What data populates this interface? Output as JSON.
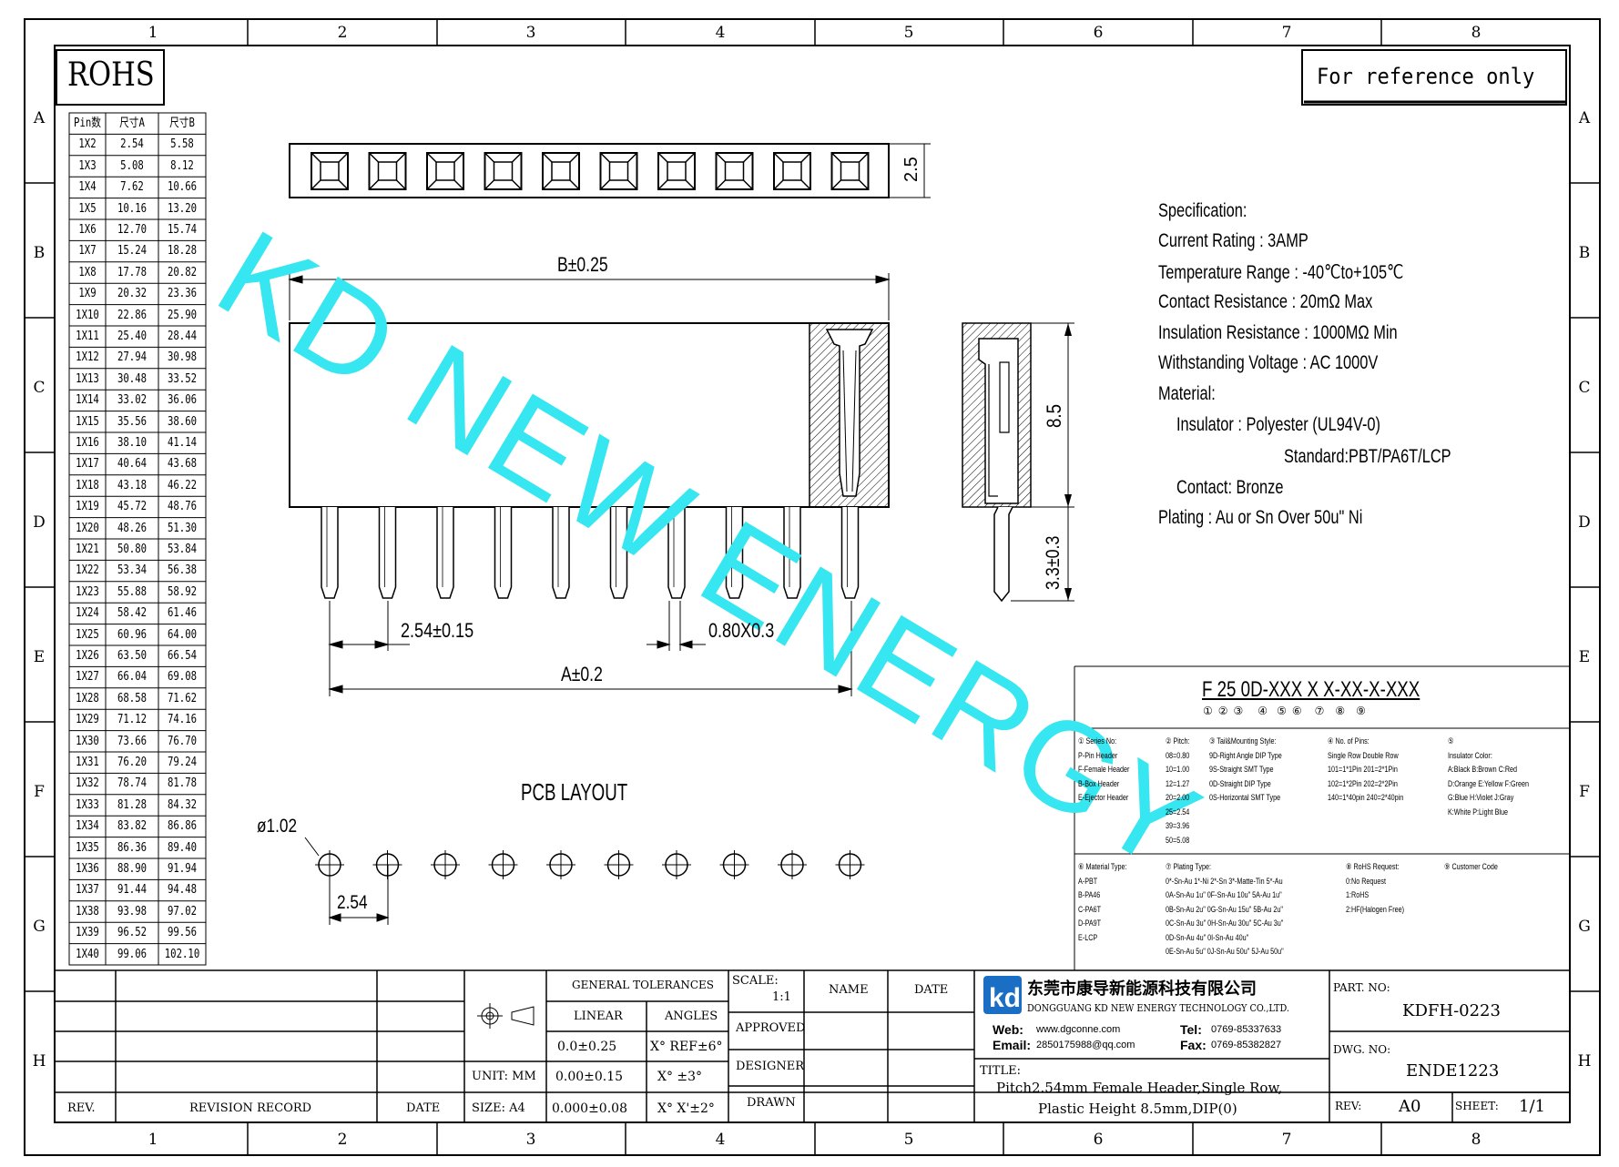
{
  "frame": {
    "columns": [
      "1",
      "2",
      "3",
      "4",
      "5",
      "6",
      "7",
      "8"
    ],
    "rows": [
      "A",
      "B",
      "C",
      "D",
      "E",
      "F",
      "G",
      "H"
    ]
  },
  "rohs_label": "ROHS",
  "reference_label": "For reference only",
  "watermark": "KD NEW ENERGY",
  "pin_table": {
    "headers": [
      "Pin数",
      "尺寸A",
      "尺寸B"
    ],
    "rows": [
      [
        "1X2",
        "2.54",
        "5.58"
      ],
      [
        "1X3",
        "5.08",
        "8.12"
      ],
      [
        "1X4",
        "7.62",
        "10.66"
      ],
      [
        "1X5",
        "10.16",
        "13.20"
      ],
      [
        "1X6",
        "12.70",
        "15.74"
      ],
      [
        "1X7",
        "15.24",
        "18.28"
      ],
      [
        "1X8",
        "17.78",
        "20.82"
      ],
      [
        "1X9",
        "20.32",
        "23.36"
      ],
      [
        "1X10",
        "22.86",
        "25.90"
      ],
      [
        "1X11",
        "25.40",
        "28.44"
      ],
      [
        "1X12",
        "27.94",
        "30.98"
      ],
      [
        "1X13",
        "30.48",
        "33.52"
      ],
      [
        "1X14",
        "33.02",
        "36.06"
      ],
      [
        "1X15",
        "35.56",
        "38.60"
      ],
      [
        "1X16",
        "38.10",
        "41.14"
      ],
      [
        "1X17",
        "40.64",
        "43.68"
      ],
      [
        "1X18",
        "43.18",
        "46.22"
      ],
      [
        "1X19",
        "45.72",
        "48.76"
      ],
      [
        "1X20",
        "48.26",
        "51.30"
      ],
      [
        "1X21",
        "50.80",
        "53.84"
      ],
      [
        "1X22",
        "53.34",
        "56.38"
      ],
      [
        "1X23",
        "55.88",
        "58.92"
      ],
      [
        "1X24",
        "58.42",
        "61.46"
      ],
      [
        "1X25",
        "60.96",
        "64.00"
      ],
      [
        "1X26",
        "63.50",
        "66.54"
      ],
      [
        "1X27",
        "66.04",
        "69.08"
      ],
      [
        "1X28",
        "68.58",
        "71.62"
      ],
      [
        "1X29",
        "71.12",
        "74.16"
      ],
      [
        "1X30",
        "73.66",
        "76.70"
      ],
      [
        "1X31",
        "76.20",
        "79.24"
      ],
      [
        "1X32",
        "78.74",
        "81.78"
      ],
      [
        "1X33",
        "81.28",
        "84.32"
      ],
      [
        "1X34",
        "83.82",
        "86.86"
      ],
      [
        "1X35",
        "86.36",
        "89.40"
      ],
      [
        "1X36",
        "88.90",
        "91.94"
      ],
      [
        "1X37",
        "91.44",
        "94.48"
      ],
      [
        "1X38",
        "93.98",
        "97.02"
      ],
      [
        "1X39",
        "96.52",
        "99.56"
      ],
      [
        "1X40",
        "99.06",
        "102.10"
      ]
    ]
  },
  "dimensions": {
    "top_height": "2.5",
    "b_length": "B±0.25",
    "side_height": "8.5",
    "pin_length": "3.3±0.3",
    "pitch": "2.54±0.15",
    "pin_size": "0.80X0.3",
    "a_length": "A±0.2",
    "pcb_layout": "PCB LAYOUT",
    "hole_dia": "ø1.02",
    "pcb_pitch": "2.54"
  },
  "specification": {
    "title": "Specification:",
    "lines": [
      "Current Rating : 3AMP",
      "Temperature Range : -40℃to+105℃",
      "Contact Resistance : 20mΩ Max",
      "Insulation Resistance : 1000MΩ Min",
      "Withstanding Voltage : AC 1000V",
      "Material:",
      "Insulator : Polyester (UL94V-0)",
      "Standard:PBT/PA6T/LCP",
      "Contact: Bronze",
      "Plating : Au or Sn Over 50u\" Ni"
    ]
  },
  "part_code": {
    "code": "F 25 0D-XXX X X-XX-X-XXX",
    "markers": [
      "①",
      "②",
      "③",
      "④",
      "⑤⑥",
      "⑦",
      "⑧",
      "⑨"
    ],
    "series": [
      "① Series No:",
      "P-Pin Header",
      "F-Female Header",
      "B-Box Header",
      "E-Ejector Header"
    ],
    "pitch": [
      "② Pitch:",
      "08=0.80",
      "10=1.00",
      "12=1.27",
      "20=2.00",
      "25=2.54",
      "39=3.96",
      "50=5.08"
    ],
    "tail": [
      "③ Tail&Mounting Style:",
      "9D-Right Angle DIP Type",
      "9S-Straight SMT Type",
      "0D-Straight DIP Type",
      "0S-Horizontal SMT Type"
    ],
    "pins": [
      "④ No. of Pins:",
      "Single Row   Double Row",
      "101=1*1Pin   201=2*1Pin",
      "102=1*2Pin   202=2*2Pin",
      "140=1*40pin  240=2*40pin"
    ],
    "insulator": [
      "⑤",
      "Insulator Color:",
      "A:Black  B:Brown  C:Red",
      "D:Orange E:Yellow F:Green",
      "G:Blue   H:Violet J:Gray",
      "K:White  P:Light Blue"
    ],
    "material": [
      "⑥ Material Type:",
      "A-PBT",
      "B-PA46",
      "C-PA6T",
      "D-PA9T",
      "E-LCP"
    ],
    "plating": [
      "⑦ Plating Type:",
      "0*-Sn-Au 1*-Ni 2*-Sn 3*-Matte-Tin 5*-Au",
      "0A-Sn-Au 1u\"  0F-Sn-Au 10u\"  5A-Au 1u\"",
      "0B-Sn-Au 2u\"  0G-Sn-Au 15u\"  5B-Au 2u\"",
      "0C-Sn-Au 3u\"  0H-Sn-Au 30u\"  5C-Au 3u\"",
      "0D-Sn-Au 4u\"  0I-Sn-Au 40u\"",
      "0E-Sn-Au 5u\"  0J-Sn-Au 50u\"  5J-Au 50u\""
    ],
    "rohs": [
      "⑧ RoHS Request:",
      "0:No Request",
      "1:RoHS",
      "2:HF(Halogen Free)"
    ],
    "customer": [
      "⑨ Customer Code"
    ]
  },
  "title_block": {
    "general_tolerances": "GENERAL TOLERANCES",
    "linear": "LINEAR",
    "angles": "ANGLES",
    "lin1": "0.0±0.25",
    "ang1": "X° REF±6°",
    "lin2": "0.00±0.15",
    "ang2": "X° ±3°",
    "lin3": "0.000±0.08",
    "ang3": "X° X'±2°",
    "unit": "UNIT: MM",
    "size": "SIZE: A4",
    "scale_label": "SCALE:",
    "scale_value": "1:1",
    "name": "NAME",
    "date": "DATE",
    "approved": "APPROVED",
    "designer": "DESIGNER",
    "drawn": "DRAWN",
    "rev_hdr": "REV.",
    "revision_record": "REVISION RECORD",
    "date_hdr": "DATE",
    "company_cn": "东莞市康导新能源科技有限公司",
    "company_en": "DONGGUANG KD NEW ENERGY TECHNOLOGY CO.,LTD.",
    "web_label": "Web:",
    "web": "www.dgconne.com",
    "tel_label": "Tel:",
    "tel": "0769-85337633",
    "email_label": "Email:",
    "email": "2850175988@qq.com",
    "fax_label": "Fax:",
    "fax": "0769-85382827",
    "title_label": "TITLE:",
    "title_l1": "Pitch2.54mm Female Header,Single Row,",
    "title_l2": "Plastic Height 8.5mm,DIP(0)",
    "part_no_label": "PART. NO:",
    "part_no": "KDFH-0223",
    "dwg_no_label": "DWG. NO:",
    "dwg_no": "ENDE1223",
    "rev_label": "REV:",
    "rev": "A0",
    "sheet_label": "SHEET:",
    "sheet": "1/1"
  },
  "colors": {
    "watermark": "#36e6f0",
    "logo_blue": "#1a6fc4"
  }
}
